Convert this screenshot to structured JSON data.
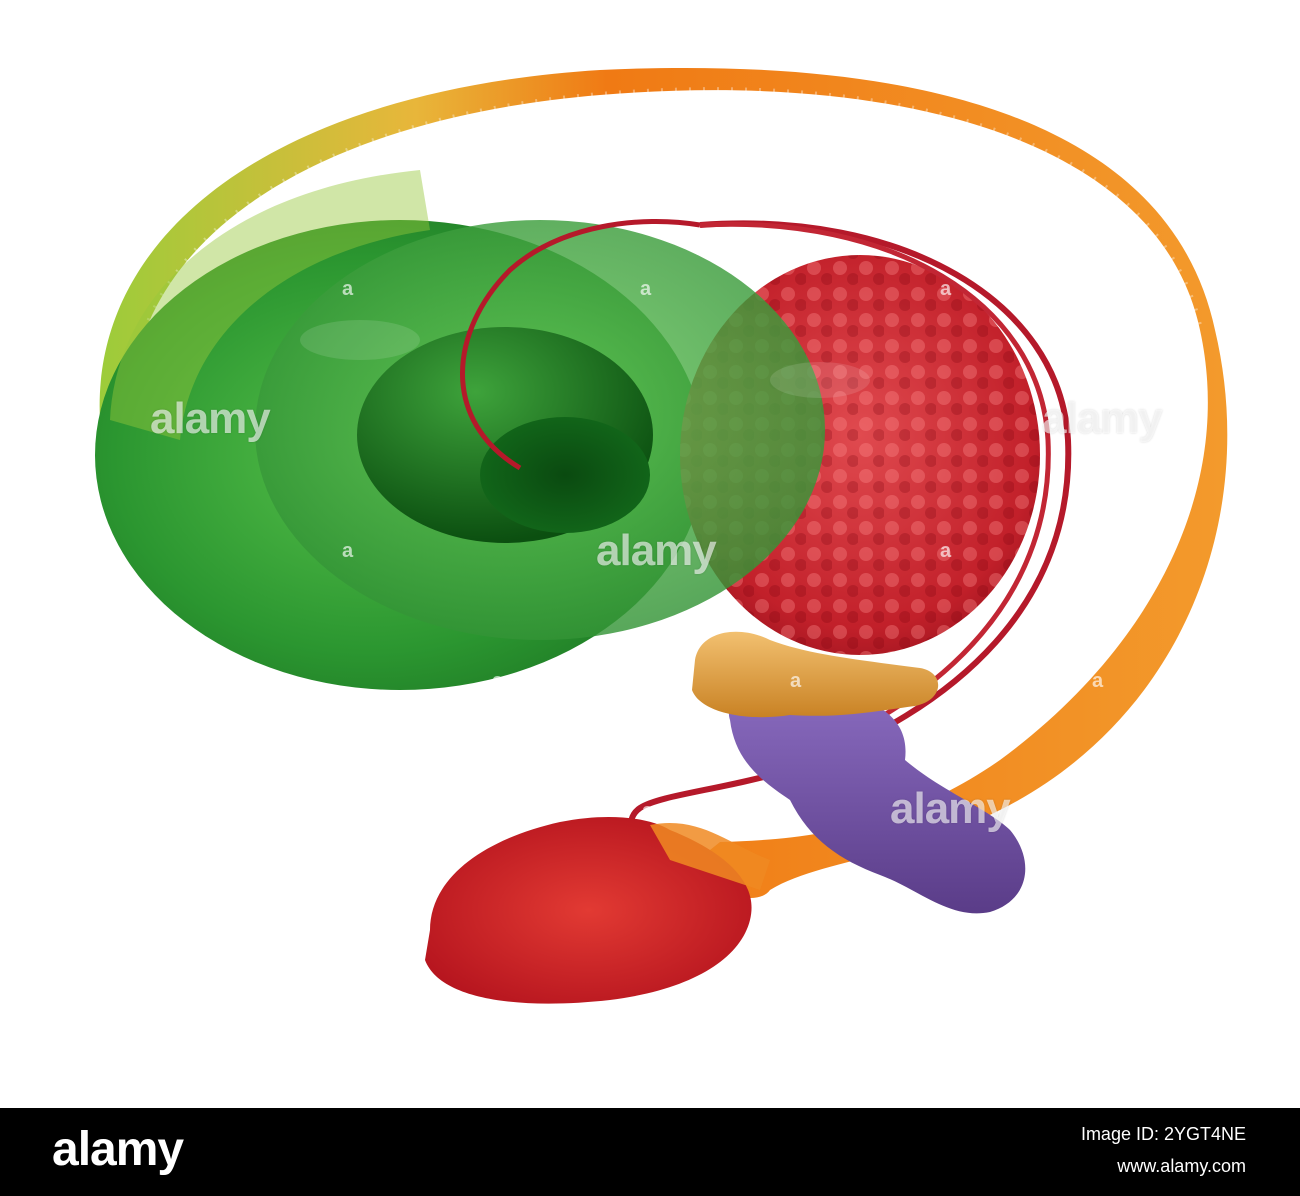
{
  "watermark": {
    "text": "alamy",
    "mark": "a"
  },
  "footer": {
    "logo": "alamy",
    "image_id": "Image ID: 2YGT4NE",
    "url": "www.alamy.com"
  },
  "colors": {
    "background": "#ffffff",
    "footer_bg": "#000000",
    "green_outer": "#2e9a2a",
    "green_inner": "#0d5e14",
    "red_body": "#c4232b",
    "orange_tube": "#f07f16",
    "yellow_gland": "#d99a3a",
    "purple_gland": "#6a4a9a",
    "red_vessel": "#b5192a"
  }
}
